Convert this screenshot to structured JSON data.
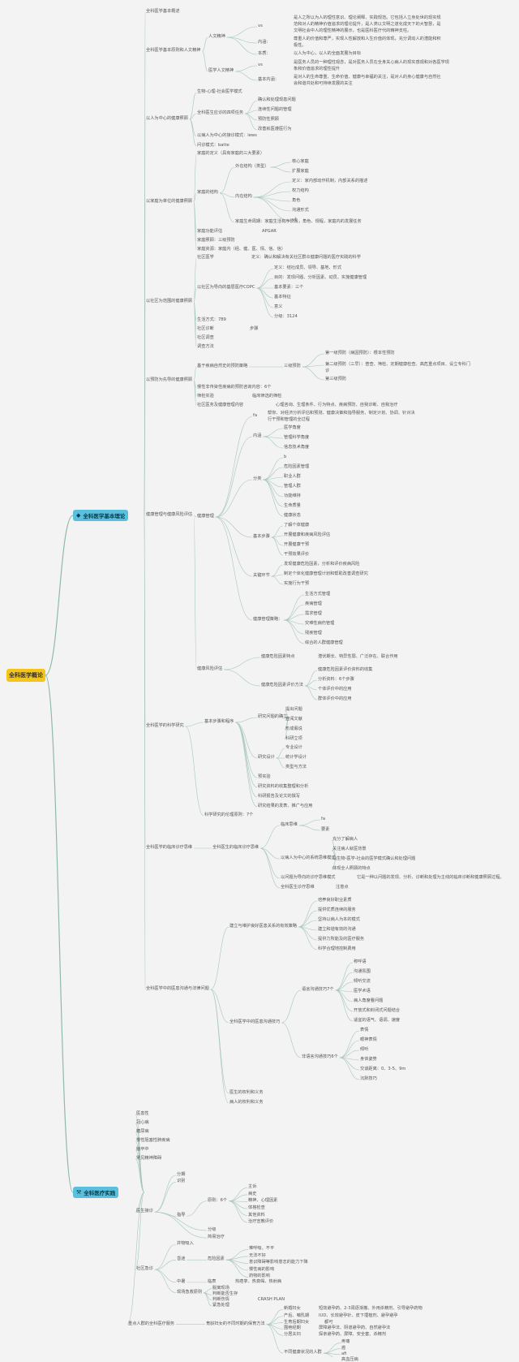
{
  "root": {
    "label": "全科医学概论"
  },
  "branch1": {
    "label": "全科医学基本理论",
    "icon": "diamond-icon"
  },
  "branch2": {
    "label": "全科医疗实践",
    "icon": "tools-icon"
  },
  "nodes": [
    {
      "id": "n1",
      "t": "全科医学基本概述"
    },
    {
      "id": "n2",
      "t": "全科医学基本原则和人文精神"
    },
    {
      "id": "n2a",
      "t": "人文精神"
    },
    {
      "id": "n2a1",
      "t": "vs"
    },
    {
      "id": "n2a1t",
      "t": "是人之所以为人的理性意识、理论阐释、实践规范。它包括人立身处世的现实规"
    },
    {
      "id": "n2a1t2",
      "t": "范和对人的精神价值追求的理论提升，是人类以文明之道化成天下的大智慧，是"
    },
    {
      "id": "n2a1t3",
      "t": "文明社会中人的理性精神的展示，也是医科医疗代的精神支柱。"
    },
    {
      "id": "n2a2",
      "t": "内涵："
    },
    {
      "id": "n2a2t",
      "t": "尊重人的价值和尊严，实现人性解放和人生价值的体现，充分调动人的潜能和积"
    },
    {
      "id": "n2a2t2",
      "t": "极性。"
    },
    {
      "id": "n2a3",
      "t": "本质："
    },
    {
      "id": "n2a3t",
      "t": "以人为中心，以人的全面发展为目标"
    },
    {
      "id": "n2b",
      "t": "医学人文精神"
    },
    {
      "id": "n2b1",
      "t": "vs"
    },
    {
      "id": "n2b1t",
      "t": "是医务人员的一种理性观念，是对医务人员在全身关心病人的现实感观和对各医学现"
    },
    {
      "id": "n2b1t2",
      "t": "象和价值追求的理性提升"
    },
    {
      "id": "n2b2",
      "t": "基本内涵："
    },
    {
      "id": "n2b2t",
      "t": "是对人的生命尊重、生命价值、健康与幸福的关注，是对人的身心健康与自然社"
    },
    {
      "id": "n2b2t2",
      "t": "会和谐共处和可持续发展的关注"
    },
    {
      "id": "n3",
      "t": "以人为中心的健康照顾"
    },
    {
      "id": "n3a",
      "t": "生物-心理-社会医学模式"
    },
    {
      "id": "n3b",
      "t": "全科医生应诊的四项任务"
    },
    {
      "id": "n3b1",
      "t": "确认和处理现患问题"
    },
    {
      "id": "n3b2",
      "t": "连续性问题的管理"
    },
    {
      "id": "n3b3",
      "t": "预防性照顾"
    },
    {
      "id": "n3b4",
      "t": "改善就医遵医行为"
    },
    {
      "id": "n3c",
      "t": "以病人为中心的接诊模式：lews"
    },
    {
      "id": "n3d",
      "t": "问诊模式：batte"
    },
    {
      "id": "n4",
      "t": "以家庭为单位的健康照顾"
    },
    {
      "id": "n4a",
      "t": "家庭的定义（具有家庭的三大要素）"
    },
    {
      "id": "n4b",
      "t": "家庭的结构"
    },
    {
      "id": "n4b1",
      "t": "外在结构（类型）"
    },
    {
      "id": "n4b1a",
      "t": "核心家庭"
    },
    {
      "id": "n4b1b",
      "t": "扩展家庭"
    },
    {
      "id": "n4b2",
      "t": "内在结构"
    },
    {
      "id": "n4b2a",
      "t": "定义：家内部动作机制，内部关系的描述"
    },
    {
      "id": "n4b2b",
      "t": "权力结构"
    },
    {
      "id": "n4b2c",
      "t": "角色"
    },
    {
      "id": "n4b2d",
      "t": "沟通形式"
    },
    {
      "id": "n4b2e",
      "t": "v1"
    },
    {
      "id": "n4b3",
      "t": "家庭生命周期：家庭生活有序阶段，角色、规程，家庭内的发展任务"
    },
    {
      "id": "n4c",
      "t": "家庭功能评估"
    },
    {
      "id": "n4c1",
      "t": "APGAR"
    },
    {
      "id": "n4d",
      "t": "家庭照顾：三级预防"
    },
    {
      "id": "n4e",
      "t": "家庭资源：家庭内（经、健、医、情、信、信）"
    },
    {
      "id": "n5",
      "t": "以社区为范围的健康照顾"
    },
    {
      "id": "n5a",
      "t": "社区医学"
    },
    {
      "id": "n5a1",
      "t": "定义：确认和解决有关社区群众健康问题的医疗实践的科学"
    },
    {
      "id": "n5b",
      "t": "以社区为导向的基层医疗COPC"
    },
    {
      "id": "n5b1",
      "t": "定义：结社成员、领导、基地、形式"
    },
    {
      "id": "n5b2",
      "t": "目的：发现问题、分析因素、动员、实施健康管理"
    },
    {
      "id": "n5b3",
      "t": "基本要素：三个"
    },
    {
      "id": "n5b4",
      "t": "基本特征"
    },
    {
      "id": "n5b5",
      "t": "意义"
    },
    {
      "id": "n5b6",
      "t": "分级：3124"
    },
    {
      "id": "n5c",
      "t": "生活方式：789"
    },
    {
      "id": "n5d",
      "t": "社区诊断"
    },
    {
      "id": "n5d1",
      "t": "步骤"
    },
    {
      "id": "n5e",
      "t": "社区调查"
    },
    {
      "id": "n5f",
      "t": "调查方法"
    },
    {
      "id": "n6",
      "t": "以预防为先导的健康照顾"
    },
    {
      "id": "n6a",
      "t": "基于疾病自然史的预防策略"
    },
    {
      "id": "n6a1",
      "t": "三级预防"
    },
    {
      "id": "n6a1a",
      "t": "第一级预防（病因预防）：根本性预防"
    },
    {
      "id": "n6a1b",
      "t": "第二级预防（三早）：普查、筛检、定期健康检查、高危重点项目、设立专科门"
    },
    {
      "id": "n6a1b2",
      "t": "诊"
    },
    {
      "id": "n6a1c",
      "t": "第三级预防"
    },
    {
      "id": "n6b",
      "t": "慢性非传染性疾病的预防咨询内容：6个"
    },
    {
      "id": "n6c",
      "t": "筛检实验"
    },
    {
      "id": "n6c1",
      "t": "临床筛选的筛检"
    },
    {
      "id": "n6d",
      "t": "社区医务及健康管理内容"
    },
    {
      "id": "n6d1",
      "t": "心理咨询、生理条件、行为特点、疾病预防、自我诊断、自我治疗"
    },
    {
      "id": "n7",
      "t": "健康管理与健康风险评估"
    },
    {
      "id": "n7a",
      "t": "健康管理"
    },
    {
      "id": "n7a0",
      "t": "fa"
    },
    {
      "id": "n7a0t",
      "t": "帮你、对经济分析评估和预测、健康决策和指导服务、制定计划、协调、针对决"
    },
    {
      "id": "n7a0t2",
      "t": "行干预和管理的全过程"
    },
    {
      "id": "n7a1",
      "t": "内涵"
    },
    {
      "id": "n7a1a",
      "t": "医学角度"
    },
    {
      "id": "n7a1b",
      "t": "管理科学角度"
    },
    {
      "id": "n7a1c",
      "t": "信息技术角度"
    },
    {
      "id": "n7a2",
      "t": "分类"
    },
    {
      "id": "n7a2a",
      "t": "b"
    },
    {
      "id": "n7a2b",
      "t": "危险因素管理"
    },
    {
      "id": "n7a2c",
      "t": "职业人群"
    },
    {
      "id": "n7a2d",
      "t": "管理人群"
    },
    {
      "id": "n7a2e",
      "t": "功能维持"
    },
    {
      "id": "n7a2f",
      "t": "生命质量"
    },
    {
      "id": "n7a2g",
      "t": "健康状态"
    },
    {
      "id": "n7a3",
      "t": "基本步骤"
    },
    {
      "id": "n7a3a",
      "t": "了解个体健康"
    },
    {
      "id": "n7a3b",
      "t": "开展健康和疾病风险评估"
    },
    {
      "id": "n7a3c",
      "t": "开展健康干预"
    },
    {
      "id": "n7a3d",
      "t": "干预效果评价"
    },
    {
      "id": "n7a4",
      "t": "关键环节"
    },
    {
      "id": "n7a4a",
      "t": "发现健康危险因素，分析和评价疾病风险"
    },
    {
      "id": "n7a4b",
      "t": "制定个体化健康管理计划和帮助改善调查研究"
    },
    {
      "id": "n7a4c",
      "t": "实施行为干预"
    },
    {
      "id": "n7a5",
      "t": "健康管理策略："
    },
    {
      "id": "n7a5a",
      "t": "生活方式管理"
    },
    {
      "id": "n7a5b",
      "t": "疾病管理"
    },
    {
      "id": "n7a5c",
      "t": "需求管理"
    },
    {
      "id": "n7a5d",
      "t": "灾难性病伤管理"
    },
    {
      "id": "n7a5e",
      "t": "残疾管理"
    },
    {
      "id": "n7a5f",
      "t": "综合的人群健康管理"
    },
    {
      "id": "n7b",
      "t": "健康风险评估"
    },
    {
      "id": "n7b1",
      "t": "健康危险因素特点"
    },
    {
      "id": "n7b1a",
      "t": "潜伏期长、特异性弱、广泛存在、联合作用"
    },
    {
      "id": "n7b2",
      "t": "健康危险因素评价方法"
    },
    {
      "id": "n7b2a",
      "t": "健康危险因素评价资料的收集"
    },
    {
      "id": "n7b2b",
      "t": "分析资料：6个步骤"
    },
    {
      "id": "n7b2c",
      "t": "个体评价中的应用"
    },
    {
      "id": "n7b2d",
      "t": "群体评价中的应用"
    },
    {
      "id": "n8",
      "t": "全科医学的科学研究"
    },
    {
      "id": "n8a",
      "t": "基本步骤和程序"
    },
    {
      "id": "n8a1",
      "t": "研究问题的确立"
    },
    {
      "id": "n8a1a",
      "t": "提出问题"
    },
    {
      "id": "n8a1b",
      "t": "查阅文献"
    },
    {
      "id": "n8a1c",
      "t": "形成假说"
    },
    {
      "id": "n8a1d",
      "t": "科研立项"
    },
    {
      "id": "n8a2",
      "t": "研究设计"
    },
    {
      "id": "n8a2a",
      "t": "专业设计"
    },
    {
      "id": "n8a2b",
      "t": "统计学设计"
    },
    {
      "id": "n8a2c",
      "t": "类型与方法"
    },
    {
      "id": "n8a3",
      "t": "预实验"
    },
    {
      "id": "n8a4",
      "t": "研究资料的收集整理和分析"
    },
    {
      "id": "n8a5",
      "t": "科研报告及论文的撰写"
    },
    {
      "id": "n8a6",
      "t": "研究结果的发表、推广与应用"
    },
    {
      "id": "n8b",
      "t": "科学研究的伦理原则：7个"
    },
    {
      "id": "n9",
      "t": "全科医学的临床诊疗思维"
    },
    {
      "id": "n9a",
      "t": "全科医生的临床诊疗思维"
    },
    {
      "id": "n9a1",
      "t": "临床思维"
    },
    {
      "id": "n9a1a",
      "t": "fa"
    },
    {
      "id": "n9a1b",
      "t": "要素"
    },
    {
      "id": "n9a2",
      "t": "以病人为中心的系统思维模式"
    },
    {
      "id": "n9a2a",
      "t": "充分了解病人"
    },
    {
      "id": "n9a2b",
      "t": "关注病人就医背景"
    },
    {
      "id": "n9a2c",
      "t": "以生物-医学-社会的医学模式确认和处理问题"
    },
    {
      "id": "n9a2d",
      "t": "体现全人照顾的特点"
    },
    {
      "id": "n9a3",
      "t": "以问题为导向的诊疗思维模式"
    },
    {
      "id": "n9a3t",
      "t": "它是一种以问题的发现、分析、诊断和处理为主线的临床诊断和健康照顾过程。"
    },
    {
      "id": "n9a4",
      "t": "全科医生诊疗思维"
    },
    {
      "id": "n9a4a",
      "t": "注意点"
    },
    {
      "id": "n10",
      "t": "全科医学中的医患沟通与法律问题"
    },
    {
      "id": "n10a",
      "t": "建立与维护良好医患关系的有效策略"
    },
    {
      "id": "n10a1",
      "t": "培养良好职业素质"
    },
    {
      "id": "n10a2",
      "t": "提供优质连续的服务"
    },
    {
      "id": "n10a3",
      "t": "坚持以病人为本的模式"
    },
    {
      "id": "n10a4",
      "t": "建立和谐有效的沟通"
    },
    {
      "id": "n10a5",
      "t": "提供力所能及的医疗服务"
    },
    {
      "id": "n10a6",
      "t": "科学合理地控制费用"
    },
    {
      "id": "n10b",
      "t": "全科医学中的医患沟通技巧"
    },
    {
      "id": "n10b1",
      "t": "语言沟通技巧7个"
    },
    {
      "id": "n10b1a",
      "t": "称呼语"
    },
    {
      "id": "n10b1b",
      "t": "沟通氛围"
    },
    {
      "id": "n10b1c",
      "t": "倾听交流"
    },
    {
      "id": "n10b1d",
      "t": "医学术语"
    },
    {
      "id": "n10b1e",
      "t": "病人角度看问题"
    },
    {
      "id": "n10b1f",
      "t": "开放式和封闭式问题结合"
    },
    {
      "id": "n10b1g",
      "t": "适宜的语气、语调、速度"
    },
    {
      "id": "n10b2",
      "t": "非语言沟通技巧6个"
    },
    {
      "id": "n10b2a",
      "t": "表情"
    },
    {
      "id": "n10b2b",
      "t": "眼神表情"
    },
    {
      "id": "n10b2c",
      "t": "倾听"
    },
    {
      "id": "n10b2d",
      "t": "身体姿势"
    },
    {
      "id": "n10b2e",
      "t": "交谈距离：0、3-5、9m"
    },
    {
      "id": "n10b2f",
      "t": "沉默技巧"
    },
    {
      "id": "n10c",
      "t": "医生的权利和义务"
    },
    {
      "id": "n10d",
      "t": "病人的权利和义务"
    },
    {
      "id": "p1",
      "t": "医患性"
    },
    {
      "id": "p2",
      "t": "冠心病"
    },
    {
      "id": "p3",
      "t": "糖尿病"
    },
    {
      "id": "p4",
      "t": "慢性阻塞性肺疾病"
    },
    {
      "id": "p5",
      "t": "脑卒中"
    },
    {
      "id": "p6",
      "t": "常见精神障碍"
    },
    {
      "id": "p7",
      "t": "医生接诊"
    },
    {
      "id": "p7a",
      "t": "分期"
    },
    {
      "id": "p7b",
      "t": "识别"
    },
    {
      "id": "p7c",
      "t": "指导"
    },
    {
      "id": "p7c1",
      "t": "原则：6个"
    },
    {
      "id": "p7c1a",
      "t": "主诉"
    },
    {
      "id": "p7c1b",
      "t": "病史"
    },
    {
      "id": "p7c1c",
      "t": "精神、心理因素"
    },
    {
      "id": "p7c1d",
      "t": "体格检查"
    },
    {
      "id": "p7c1e",
      "t": "其他资料"
    },
    {
      "id": "p7c1f",
      "t": "治疗宣教评价"
    },
    {
      "id": "p7d",
      "t": "分级"
    },
    {
      "id": "p7e",
      "t": "简易治疗"
    },
    {
      "id": "p8",
      "t": "社区急诊"
    },
    {
      "id": "p8a",
      "t": "并物吸入"
    },
    {
      "id": "p8b",
      "t": "昏迷"
    },
    {
      "id": "p8b1",
      "t": "危险因素"
    },
    {
      "id": "p8b1a",
      "t": "难呼吸、不平"
    },
    {
      "id": "p8b1b",
      "t": "无法不好"
    },
    {
      "id": "p8b1c",
      "t": "意识障碍等影响意志的能力下降"
    },
    {
      "id": "p8b1d",
      "t": "慢性病的影响"
    },
    {
      "id": "p8b1e",
      "t": "药物的影响"
    },
    {
      "id": "p8c",
      "t": "中暑"
    },
    {
      "id": "p8c1",
      "t": "临表"
    },
    {
      "id": "p8c1a",
      "t": "热痉挛、热衰竭、热射病"
    },
    {
      "id": "p8d",
      "t": "现场急救原则"
    },
    {
      "id": "p8d1",
      "t": "脱离现场"
    },
    {
      "id": "p8d2",
      "t": "判断能否生存"
    },
    {
      "id": "p8d3",
      "t": "判断伤情"
    },
    {
      "id": "p8d3a",
      "t": "CRASH PLAN"
    },
    {
      "id": "p8d4",
      "t": "紧急处理"
    },
    {
      "id": "p9",
      "t": "重点人群的全科医疗服务"
    },
    {
      "id": "p9a",
      "t": "育龄妇女的不同时期的保育方法"
    },
    {
      "id": "p9a1",
      "t": "新婚妇女"
    },
    {
      "id": "p9a1t",
      "t": "短效避孕药、2-3周逐渐撤、外用杀精剂、引导避孕药物"
    },
    {
      "id": "p9a2",
      "t": "产后、哺乳期"
    },
    {
      "id": "p9a2t",
      "t": "IUD、长效避孕针、皮下埋植剂、避孕避孕"
    },
    {
      "id": "p9a3",
      "t": "生育后期妇女"
    },
    {
      "id": "p9a3t",
      "t": "都可"
    },
    {
      "id": "p9a4",
      "t": "围绝经期"
    },
    {
      "id": "p9a4t",
      "t": "屏障避孕法、阴道避孕药、自然避孕法"
    },
    {
      "id": "p9a5",
      "t": "分居夫妇"
    },
    {
      "id": "p9a5t",
      "t": "探亲避孕药、屏障、安全套、杀精剂"
    },
    {
      "id": "p9a6",
      "t": "不同健康状况的人群"
    },
    {
      "id": "p9a6a",
      "t": "疼痛"
    },
    {
      "id": "p9a6b",
      "t": "癌"
    },
    {
      "id": "p9a6c",
      "t": "afi"
    },
    {
      "id": "p9a6d",
      "t": "高血压病"
    }
  ]
}
